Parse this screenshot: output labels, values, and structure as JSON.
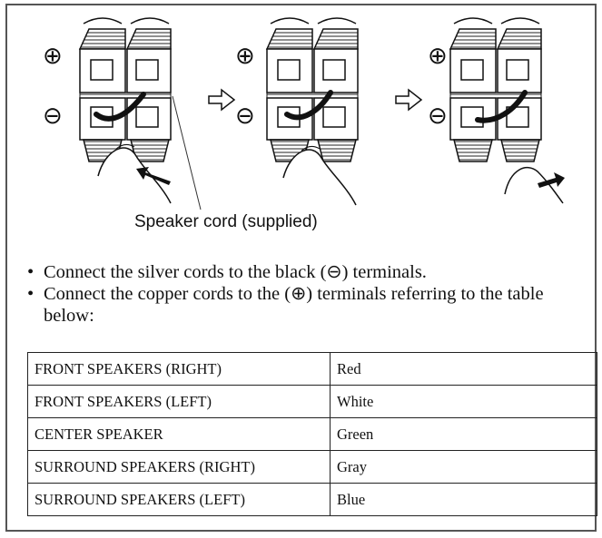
{
  "illustration": {
    "caption": "Speaker cord (supplied)",
    "symbols": {
      "plus": "⊕",
      "minus": "⊖"
    },
    "steps": 3
  },
  "instructions": [
    "Connect the silver cords to the black (⊖) terminals.",
    "Connect the copper cords to the (⊕) terminals referring to the table below:"
  ],
  "table": {
    "rows": [
      {
        "speaker": "FRONT SPEAKERS (RIGHT)",
        "color": "Red"
      },
      {
        "speaker": "FRONT SPEAKERS (LEFT)",
        "color": "White"
      },
      {
        "speaker": "CENTER SPEAKER",
        "color": "Green"
      },
      {
        "speaker": "SURROUND SPEAKERS (RIGHT)",
        "color": "Gray"
      },
      {
        "speaker": "SURROUND SPEAKERS (LEFT)",
        "color": "Blue"
      }
    ]
  }
}
